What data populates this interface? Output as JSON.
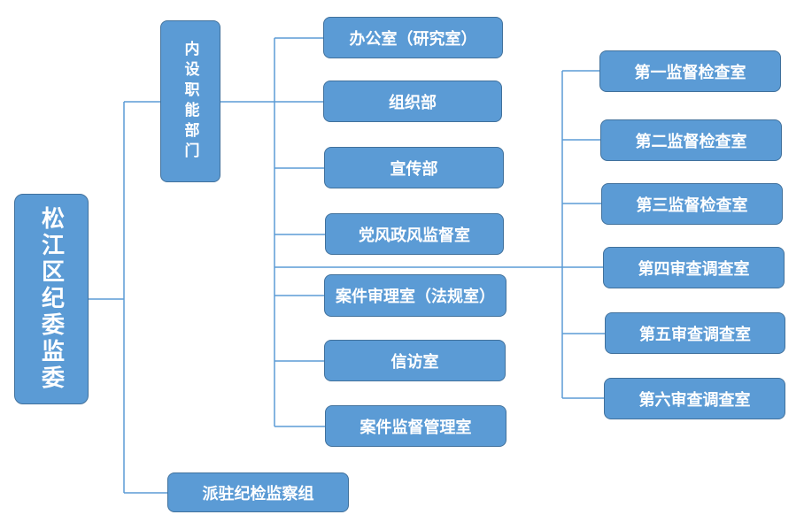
{
  "root": {
    "label": "松江区纪委监委"
  },
  "internal_group": {
    "label": "内设职能部门"
  },
  "internal_departments": [
    "办公室（研究室）",
    "组织部",
    "宣传部",
    "党风政风监督室",
    "案件审理室（法规室）",
    "信访室",
    "案件监督管理室"
  ],
  "supervision_rooms": [
    "第一监督检查室",
    "第二监督检查室",
    "第三监督检查室",
    "第四审查调查室",
    "第五审查调查室",
    "第六审查调查室"
  ],
  "dispatched_group": {
    "label": "派驻纪检监察组"
  },
  "colors": {
    "box_fill": "#5b9bd5",
    "box_border": "#41719c",
    "line": "#5b9bd5",
    "text": "#ffffff"
  }
}
